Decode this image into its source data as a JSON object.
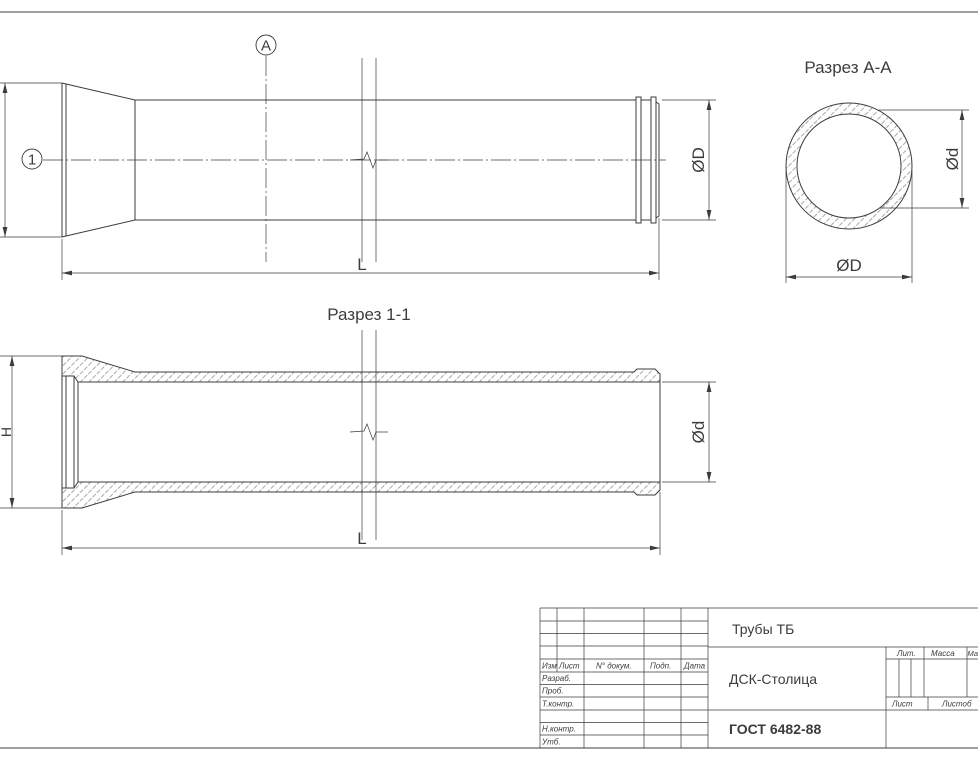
{
  "colors": {
    "line": "#3c3c3c",
    "background": "#ffffff",
    "hatch": "#707070"
  },
  "front_view": {
    "section_callout": "А",
    "position_callout": "1",
    "outer_diameter_label": "ØD",
    "length_label": "L"
  },
  "section_aa": {
    "title": "Разрез А-А",
    "inner_diameter_label": "Ød",
    "outer_diameter_label": "ØD"
  },
  "section_11": {
    "title": "Разрез 1-1",
    "height_label": "H",
    "inner_diameter_label": "Ød",
    "length_label": "L"
  },
  "title_block": {
    "document_name": "Трубы ТБ",
    "organization": "ДСК-Столица",
    "standard": "ГОСТ 6482-88",
    "revision_headers": [
      "Изм",
      "Лист",
      "N° докум.",
      "Подп.",
      "Дата"
    ],
    "roles": [
      "Разраб.",
      "Проб.",
      "Т.контр.",
      "Н.контр.",
      "Утб."
    ],
    "info_headers": [
      "Лит.",
      "Масса",
      "Ма"
    ],
    "sheet_headers": [
      "Лист",
      "Листоб"
    ]
  }
}
